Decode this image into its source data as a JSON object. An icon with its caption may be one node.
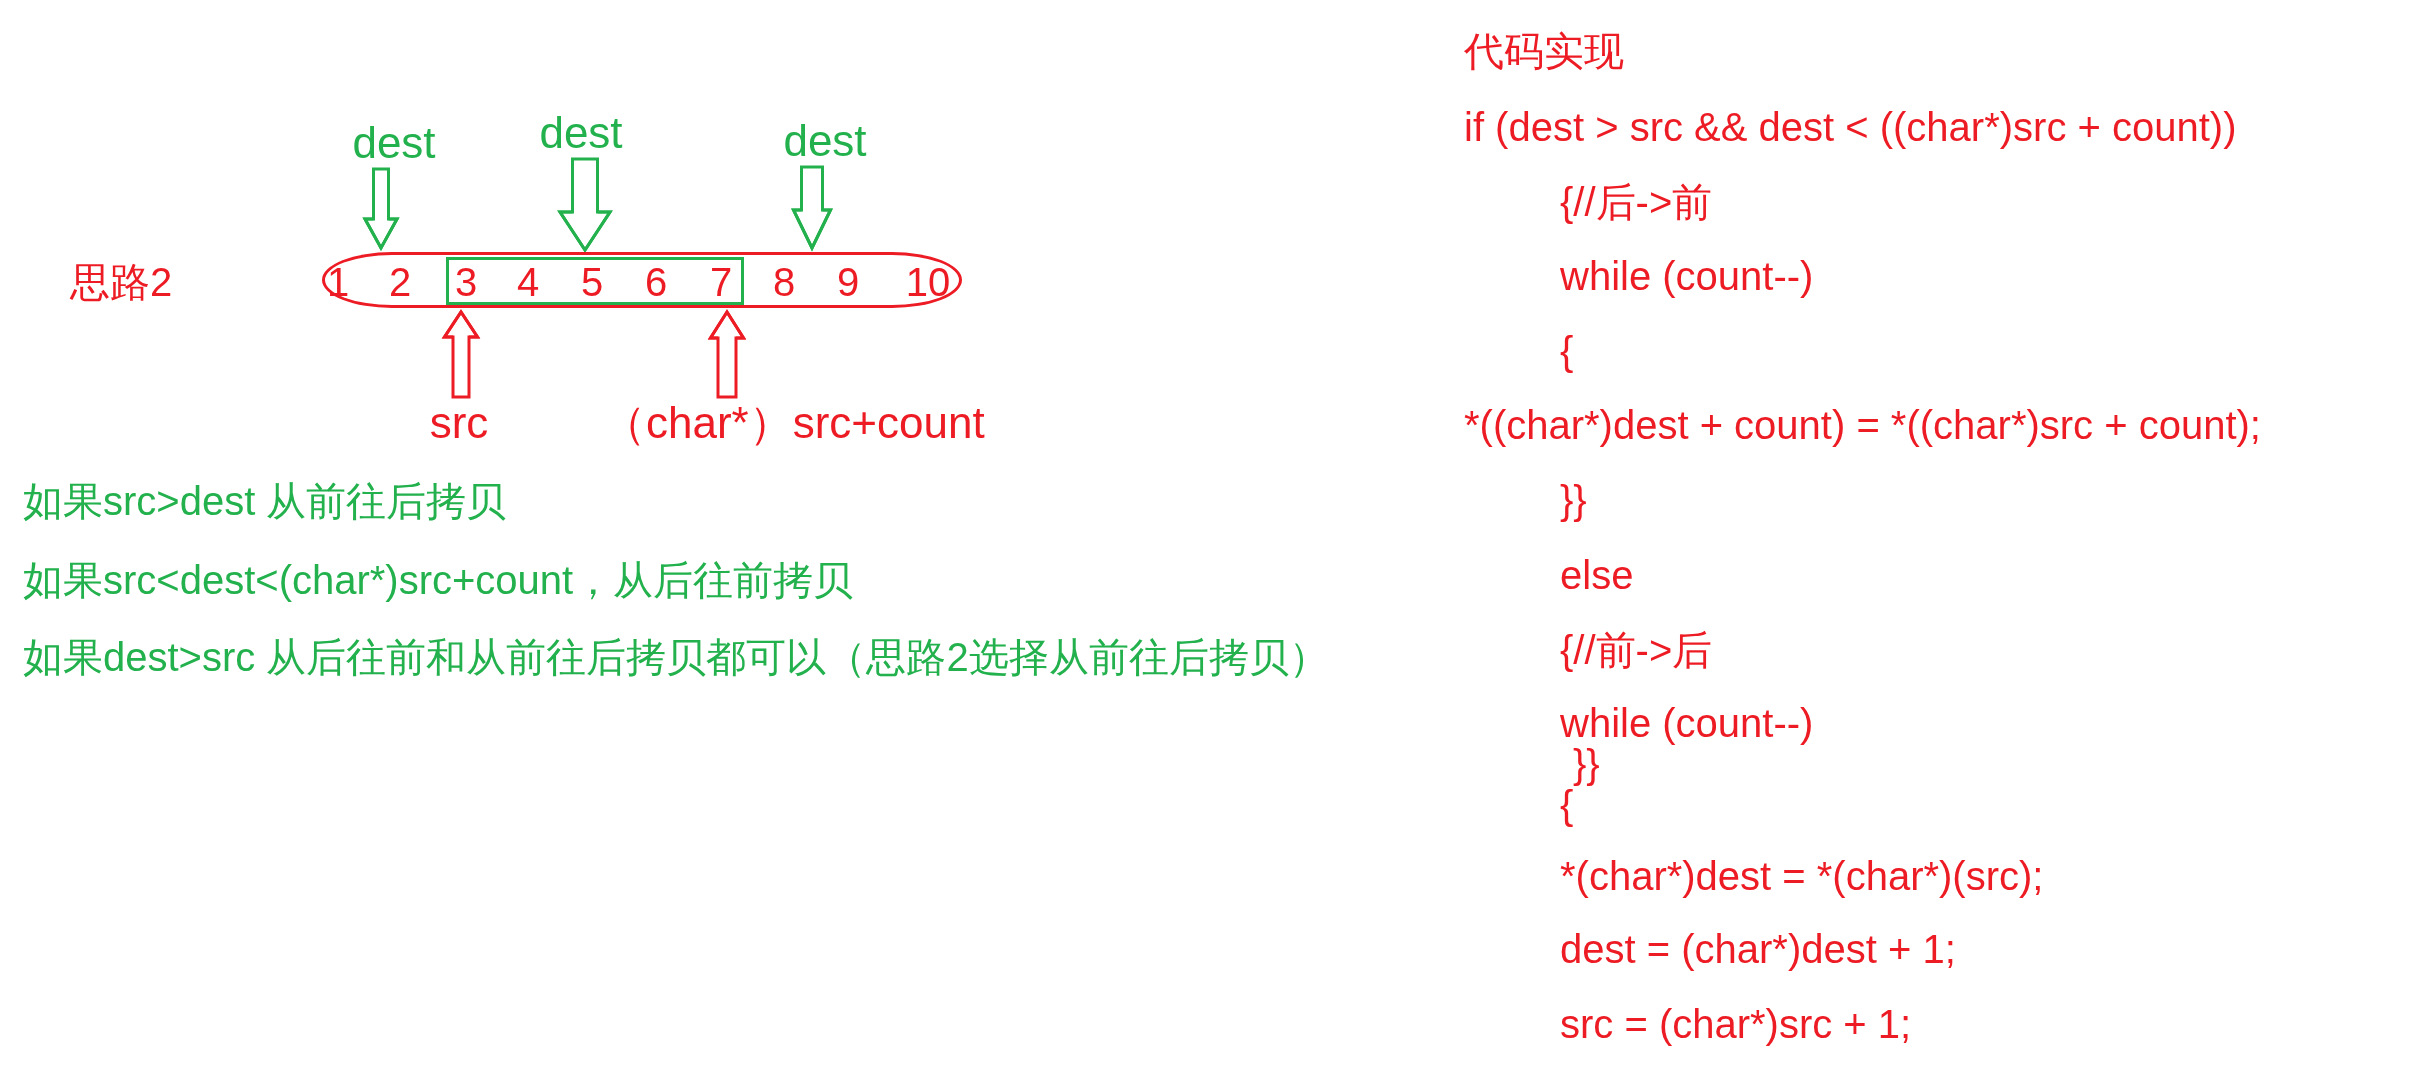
{
  "diagram": {
    "nodes": [
      {
        "text": [
          "dest"
        ]
      },
      {
        "text": [
          "dest"
        ]
      },
      {
        "text": [
          "dest"
        ]
      },
      {
        "text": [
          "1",
          "2",
          "8",
          "9",
          "10"
        ]
      },
      {
        "text": [
          "3",
          "4",
          "5",
          "6",
          "7"
        ],
        "in": 3
      },
      {
        "text": [
          "src"
        ]
      },
      {
        "text": [
          "（char*）src+count"
        ]
      }
    ],
    "edges": [
      {
        "from": 0,
        "to": 3,
        "arrow": "to"
      },
      {
        "from": 1,
        "to": 4,
        "arrow": "to"
      },
      {
        "from": 2,
        "to": 3,
        "arrow": "to"
      },
      {
        "from": 5,
        "to": 4,
        "arrow": "to",
        "color": "#ed1c24"
      },
      {
        "from": 6,
        "to": 4,
        "arrow": "to",
        "color": "#ed1c24"
      }
    ],
    "labels": [
      "思路2",
      "如果src>dest 从前往后拷贝",
      "如果src<dest<(char*)src+count，从后往前拷贝",
      "如果dest>src 从后往前和从前往后拷贝都可以（思路2选择从前往后拷贝）",
      "代码实现",
      "if (dest > src && dest < ((char*)src + count))",
      "{//后->前",
      "while (count--)",
      "{",
      "*((char*)dest + count) = *((char*)src + count);",
      "}}",
      "else",
      "{//前->后",
      "while (count--)",
      "}}",
      "{",
      "*(char*)dest = *(char*)(src);",
      "dest = (char*)dest + 1;",
      "src = (char*)src + 1;"
    ]
  }
}
